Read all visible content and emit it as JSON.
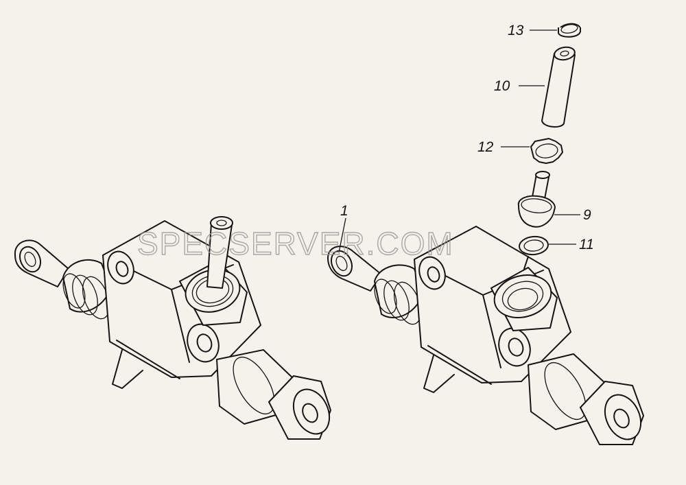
{
  "watermark": "SPECSERVER.COM",
  "callouts": [
    {
      "id": "13",
      "text": "13"
    },
    {
      "id": "10",
      "text": "10"
    },
    {
      "id": "12",
      "text": "12"
    },
    {
      "id": "9",
      "text": "9"
    },
    {
      "id": "11",
      "text": "11"
    },
    {
      "id": "1",
      "text": "1"
    }
  ],
  "colors": {
    "ink": "#141414",
    "paper": "#f4f2ea",
    "watermark": "#9a9a9a"
  }
}
